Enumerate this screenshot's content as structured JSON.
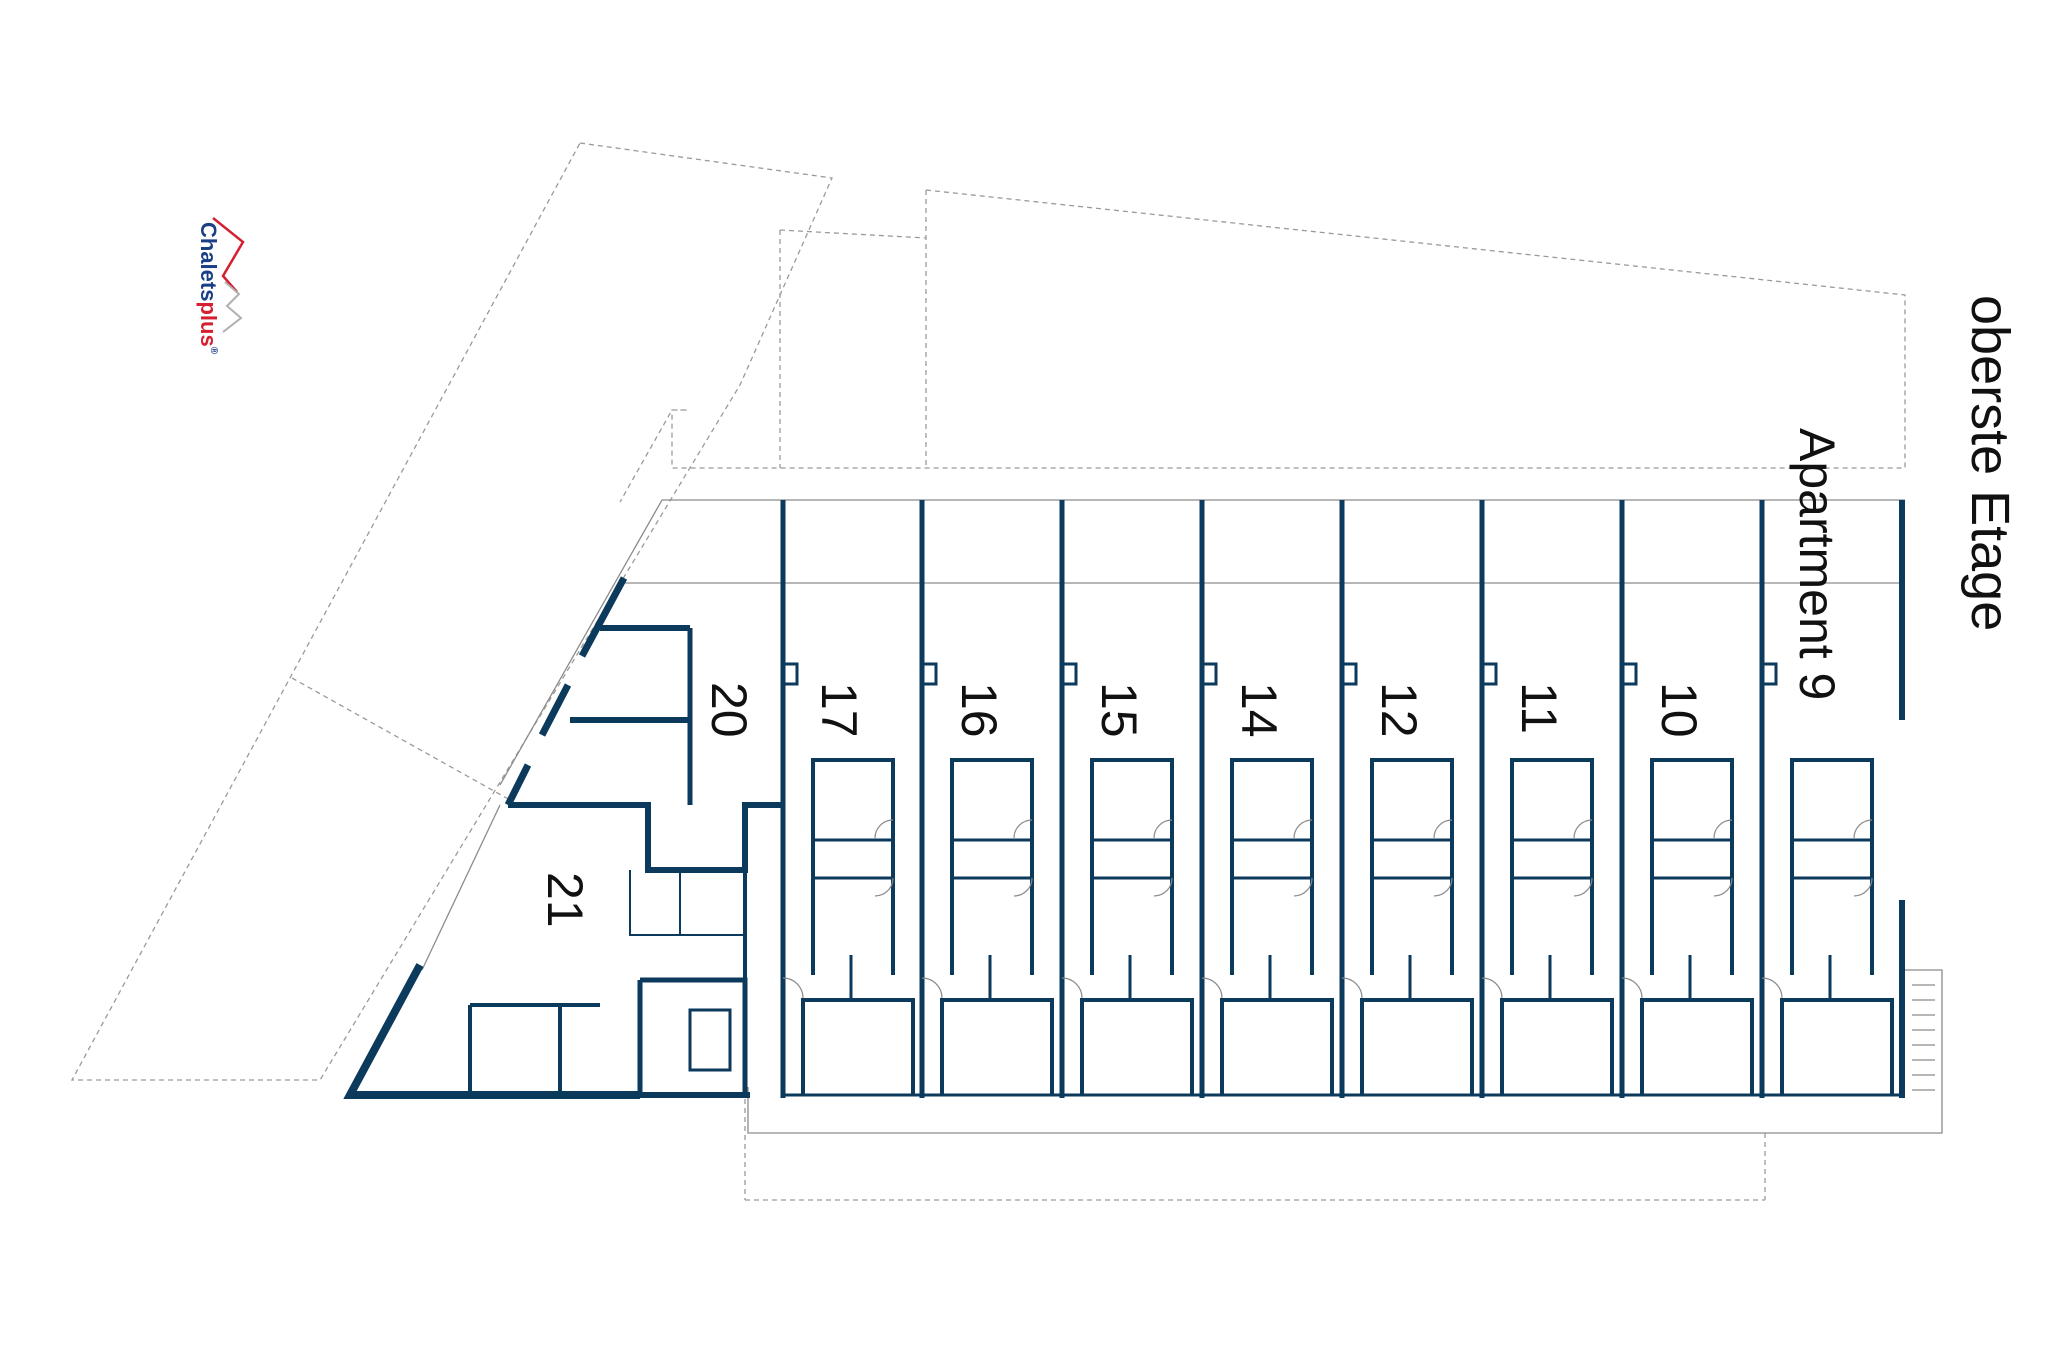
{
  "floor_label": "oberste Etage",
  "apartments": [
    {
      "label": "Apartment 9"
    },
    {
      "label": "10"
    },
    {
      "label": "11"
    },
    {
      "label": "12"
    },
    {
      "label": "14"
    },
    {
      "label": "15"
    },
    {
      "label": "16"
    },
    {
      "label": "17"
    }
  ],
  "extra_units": [
    {
      "label": "20"
    },
    {
      "label": "21"
    }
  ],
  "logo": {
    "text_main": "Chalets",
    "text_accent": "plus",
    "mark": "®"
  },
  "colors": {
    "wall": "#0c3a5c",
    "logo_blue": "#1b3f86",
    "logo_red": "#d42030"
  }
}
